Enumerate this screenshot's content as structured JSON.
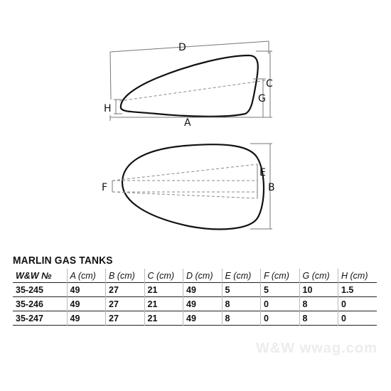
{
  "diagram": {
    "side_labels": {
      "D": "D",
      "C": "C",
      "G": "G",
      "H": "H",
      "A": "A"
    },
    "top_labels": {
      "E": "E",
      "B": "B",
      "F": "F"
    }
  },
  "table": {
    "title": "MARLIN GAS TANKS",
    "headers": [
      "W&W №",
      "A (cm)",
      "B (cm)",
      "C (cm)",
      "D (cm)",
      "E (cm)",
      "F (cm)",
      "G (cm)",
      "H (cm)"
    ],
    "rows": [
      [
        "35-245",
        "49",
        "27",
        "21",
        "49",
        "5",
        "5",
        "10",
        "1.5"
      ],
      [
        "35-246",
        "49",
        "27",
        "21",
        "49",
        "8",
        "0",
        "8",
        "0"
      ],
      [
        "35-247",
        "49",
        "27",
        "21",
        "49",
        "8",
        "0",
        "8",
        "0"
      ]
    ]
  },
  "watermark": "W&W wwag.com"
}
